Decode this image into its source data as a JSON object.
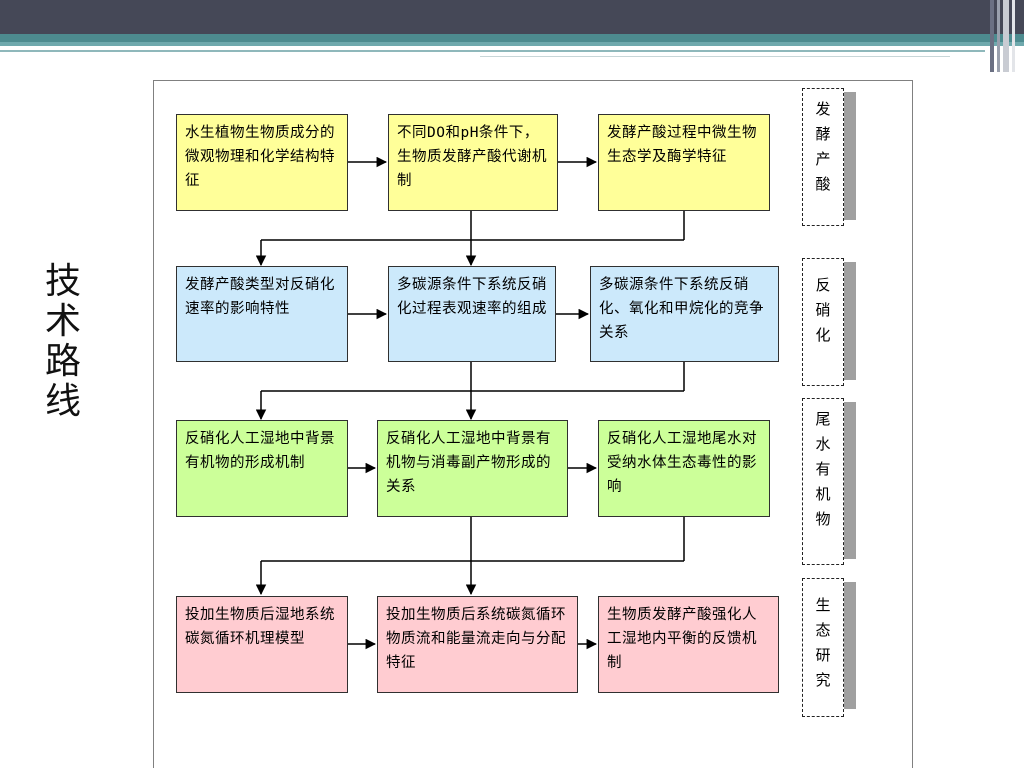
{
  "side_title": [
    "技",
    "术",
    "路",
    "线"
  ],
  "colors": {
    "yellow": "#ffff99",
    "blue": "#cce9fb",
    "green": "#ccff99",
    "pink": "#ffccd1"
  },
  "rows": [
    {
      "tag": [
        "发",
        "酵",
        "产",
        "酸"
      ],
      "boxes": [
        "水生植物生物质成分的微观物理和化学结构特征",
        "不同DO和pH条件下，生物质发酵产酸代谢机制",
        "发酵产酸过程中微生物生态学及酶学特征"
      ]
    },
    {
      "tag": [
        "反",
        "硝",
        "化"
      ],
      "boxes": [
        "发酵产酸类型对反硝化速率的影响特性",
        "多碳源条件下系统反硝化过程表观速率的组成",
        "多碳源条件下系统反硝化、氧化和甲烷化的竞争关系"
      ]
    },
    {
      "tag": [
        "尾",
        "水",
        "有",
        "机",
        "物"
      ],
      "boxes": [
        "反硝化人工湿地中背景有机物的形成机制",
        "反硝化人工湿地中背景有机物与消毒副产物形成的关系",
        "反硝化人工湿地尾水对受纳水体生态毒性的影响"
      ]
    },
    {
      "tag": [
        "生",
        "态",
        "研",
        "究"
      ],
      "boxes": [
        "投加生物质后湿地系统碳氮循环机理模型",
        "投加生物质后系统碳氮循环物质流和能量流走向与分配特征",
        "生物质发酵产酸强化人工湿地内平衡的反馈机制"
      ]
    }
  ]
}
